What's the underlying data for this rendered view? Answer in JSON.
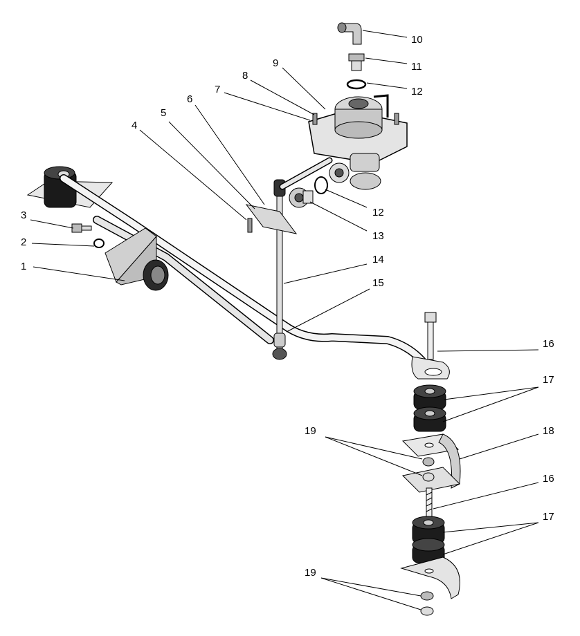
{
  "callouts": [
    {
      "id": "1",
      "label": "1"
    },
    {
      "id": "2",
      "label": "2"
    },
    {
      "id": "3",
      "label": "3"
    },
    {
      "id": "4",
      "label": "4"
    },
    {
      "id": "5",
      "label": "5"
    },
    {
      "id": "6",
      "label": "6"
    },
    {
      "id": "7",
      "label": "7"
    },
    {
      "id": "8",
      "label": "8"
    },
    {
      "id": "9",
      "label": "9"
    },
    {
      "id": "10",
      "label": "10"
    },
    {
      "id": "11",
      "label": "11"
    },
    {
      "id": "12a",
      "label": "12"
    },
    {
      "id": "12b",
      "label": "12"
    },
    {
      "id": "13",
      "label": "13"
    },
    {
      "id": "14",
      "label": "14"
    },
    {
      "id": "15",
      "label": "15"
    },
    {
      "id": "16a",
      "label": "16"
    },
    {
      "id": "16b",
      "label": "16"
    },
    {
      "id": "17a",
      "label": "17"
    },
    {
      "id": "17b",
      "label": "17"
    },
    {
      "id": "18",
      "label": "18"
    },
    {
      "id": "19a",
      "label": "19"
    },
    {
      "id": "19b",
      "label": "19"
    }
  ]
}
